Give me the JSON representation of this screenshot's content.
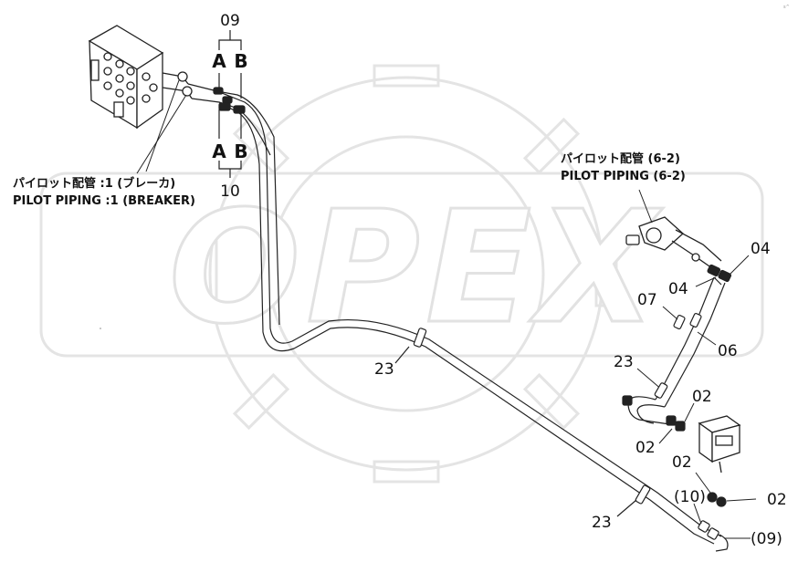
{
  "watermark": {
    "text": "OPEX",
    "color": "#e6e6e6"
  },
  "corner_mark": "s^",
  "connector_top": {
    "group": "09",
    "port_a": "A",
    "port_b": "B"
  },
  "connector_bottom": {
    "group": "10",
    "port_a": "A",
    "port_b": "B"
  },
  "caption_breaker": {
    "jp": "パイロット配管 :1 (ブレーカ)",
    "en": "PILOT PIPING :1 (BREAKER)"
  },
  "caption_pilot": {
    "jp": "パイロット配管 (6-2)",
    "en": "PILOT PIPING (6-2)"
  },
  "callouts": {
    "c04_a": "04",
    "c04_b": "04",
    "c07": "07",
    "c06": "06",
    "c23_left": "23",
    "c23_right": "23",
    "c23_bottom": "23",
    "c02_a": "02",
    "c02_b": "02",
    "c02_c": "02",
    "c02_d": "02",
    "c10_ref": "(10)",
    "c09_ref": "(09)"
  }
}
